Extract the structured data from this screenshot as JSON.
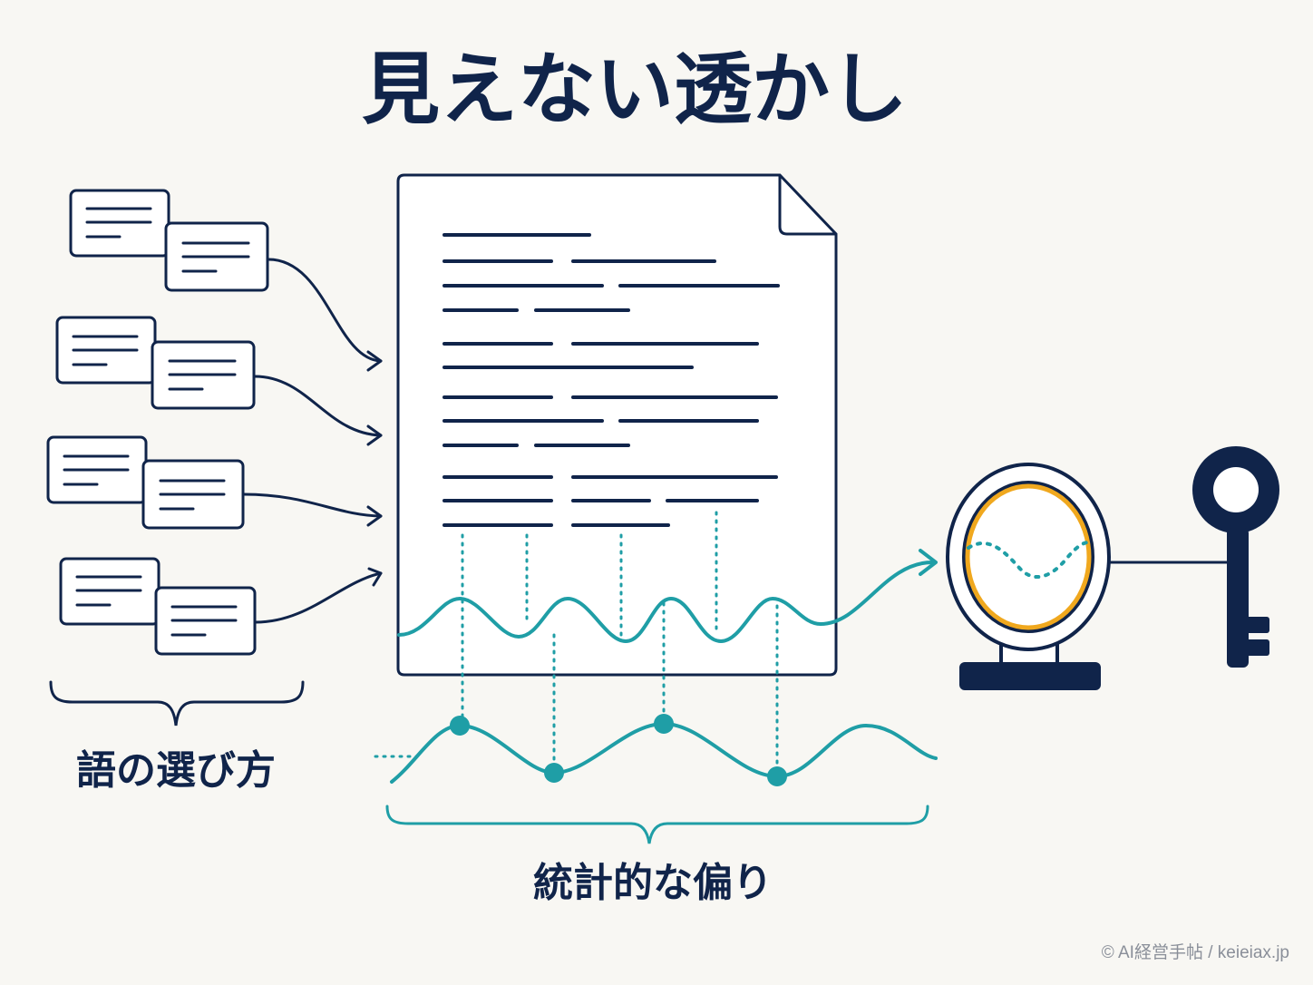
{
  "title": "見えない透かし",
  "labels": {
    "word_choice": "語の選び方",
    "statistical_bias": "統計的な偏り"
  },
  "credit": "© AI経営手帖 / keieiax.jp",
  "colors": {
    "navy": "#10244a",
    "teal": "#1f9ea6",
    "gold": "#f0a81e",
    "background": "#f8f7f3"
  },
  "icons": {
    "word_cards": "stacked-text-card-icon",
    "document": "document-icon",
    "detector": "magnifier-detector-icon",
    "key": "key-icon"
  }
}
